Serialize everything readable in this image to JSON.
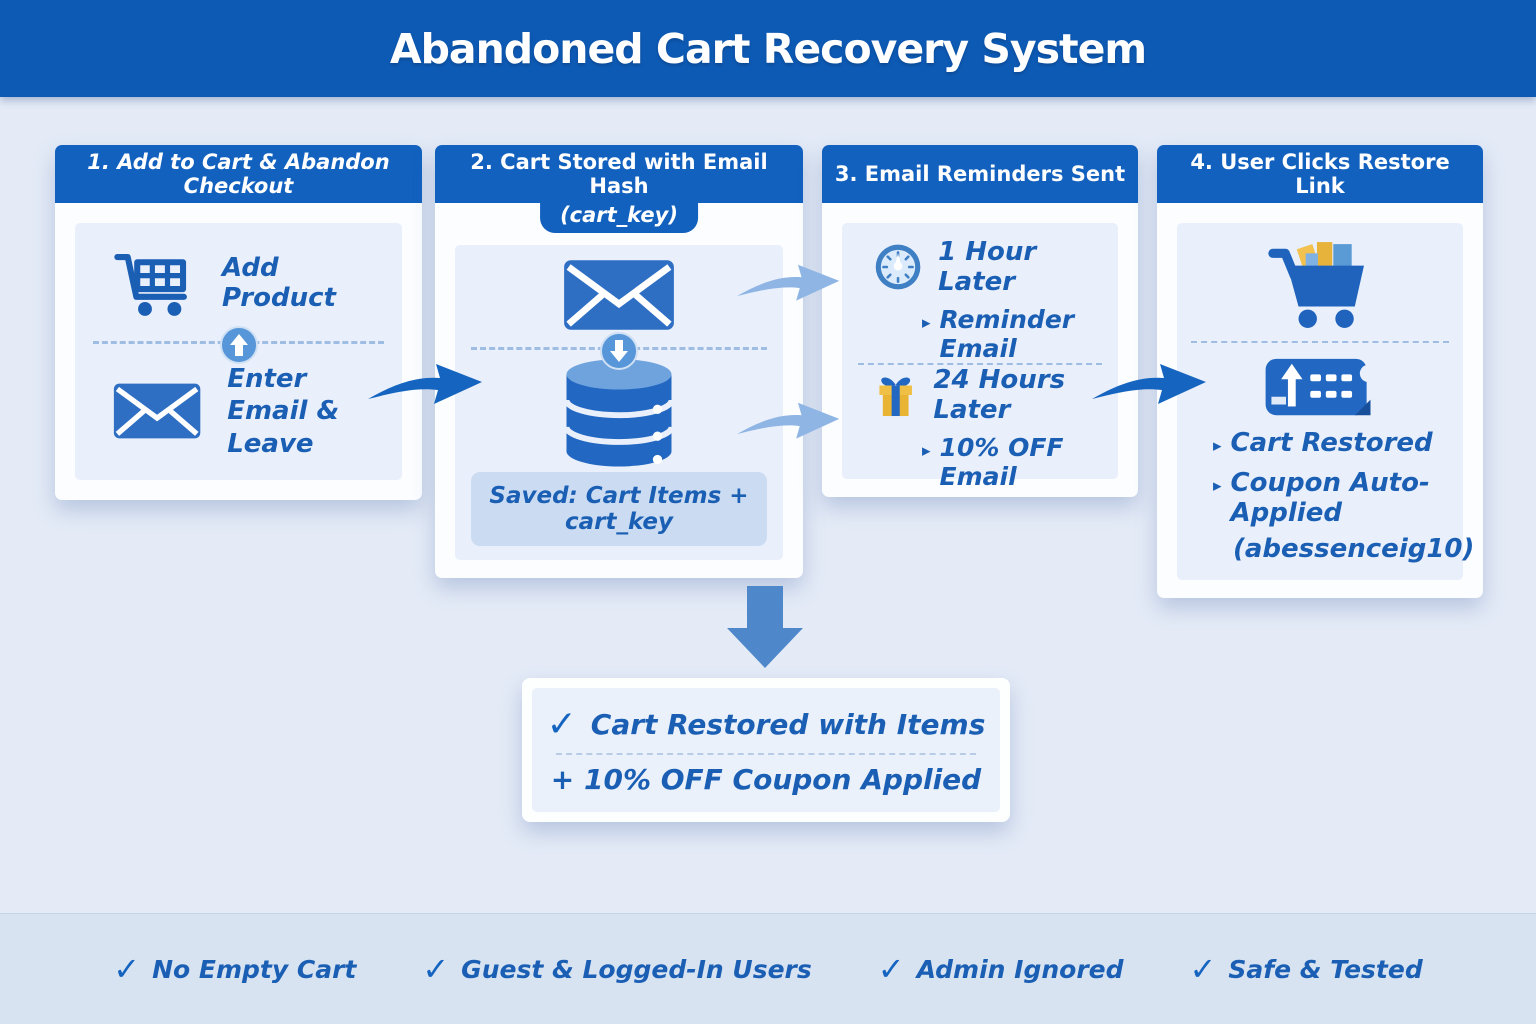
{
  "header": {
    "title": "Abandoned Cart Recovery System"
  },
  "step1": {
    "title": "1. Add to Cart & Abandon Checkout",
    "add_product": "Add Product",
    "enter_email": "Enter Email & Leave"
  },
  "step2": {
    "title": "2. Cart Stored with Email Hash",
    "tab": "(cart_key)",
    "saved": "Saved: Cart Items + cart_key"
  },
  "step3": {
    "title": "3. Email Reminders Sent",
    "r1_time": "1 Hour Later",
    "r1_action": "Reminder Email",
    "r2_time": "24 Hours Later",
    "r2_action": "10% OFF Email"
  },
  "step4": {
    "title": "4. User Clicks Restore Link",
    "b1": "Cart Restored",
    "b2": "Coupon Auto-Applied",
    "b2_code": "(abessenceig10)"
  },
  "result": {
    "line1": "Cart Restored with Items",
    "line2": "+ 10% OFF Coupon Applied"
  },
  "footer": {
    "items": [
      "No Empty Cart",
      "Guest & Logged-In Users",
      "Admin Ignored",
      "Safe & Tested"
    ]
  },
  "glyphs": {
    "check": "✓",
    "bullet": "▸"
  },
  "colors": {
    "header_bg": "#0d5ab5",
    "step_header_bg": "#1261bf",
    "text_blue": "#1a5fb4",
    "dark_arrow": "#1565c0",
    "light_arrow": "#8fb5e4",
    "down_arrow": "#4e88cb",
    "gift_gold": "#e9b434"
  }
}
